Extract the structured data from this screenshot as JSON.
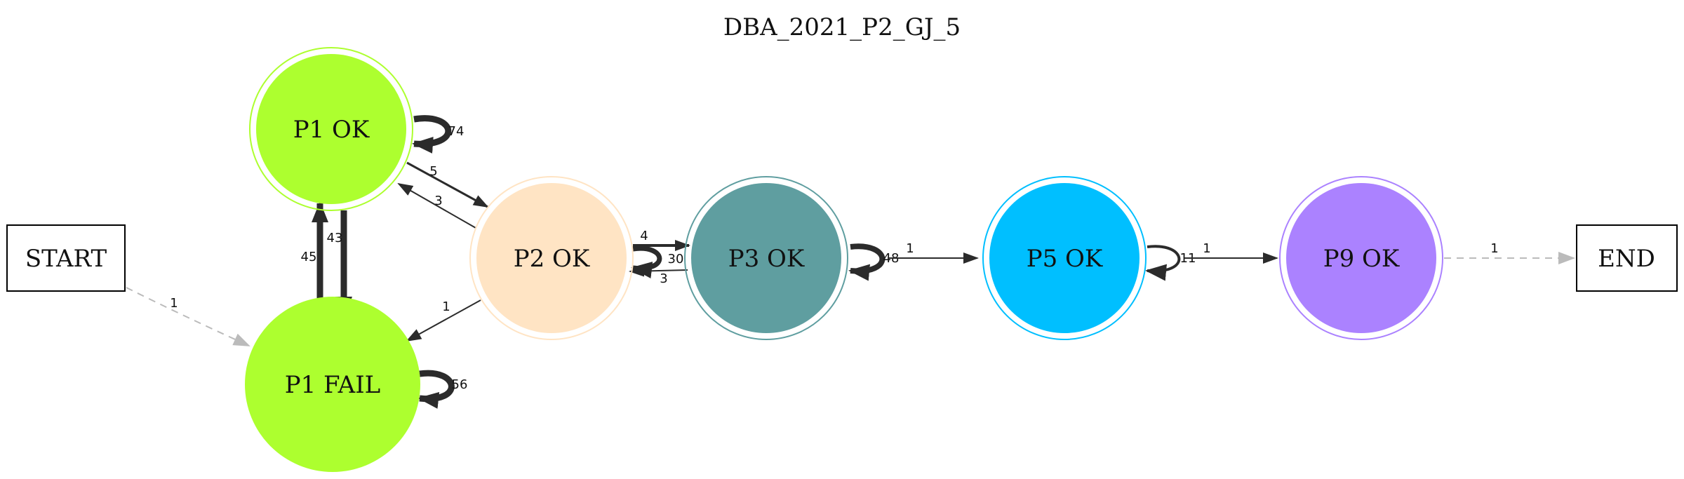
{
  "title": "DBA_2021_P2_GJ_5",
  "colors": {
    "p1_ok": "#adff2f",
    "p1_fail": "#adff2f",
    "p2_ok": "#ffe4c4",
    "p3_ok": "#5f9ea0",
    "p5_ok": "#00bfff",
    "p9_ok": "#ab82ff",
    "edge": "#2b2b2b",
    "dashed_edge": "#bbbbbb"
  },
  "nodes": {
    "start": "START",
    "end": "END",
    "p1_ok": "P1 OK",
    "p1_fail": "P1 FAIL",
    "p2_ok": "P2 OK",
    "p3_ok": "P3 OK",
    "p5_ok": "P5 OK",
    "p9_ok": "P9 OK"
  },
  "edges": {
    "start_p1fail": "1",
    "p1ok_self": "74",
    "p1ok_p2ok": "5",
    "p2ok_p1ok": "3",
    "p1ok_p1fail": "43",
    "p1fail_p1ok": "45",
    "p2ok_p1fail": "1",
    "p1fail_self": "56",
    "p2ok_p3ok": "4",
    "p3ok_p2ok": "3",
    "p2ok_self": "30",
    "p3ok_self": "48",
    "p3ok_p5ok": "1",
    "p5ok_self": "11",
    "p5ok_p9ok": "1",
    "p9ok_end": "1"
  }
}
